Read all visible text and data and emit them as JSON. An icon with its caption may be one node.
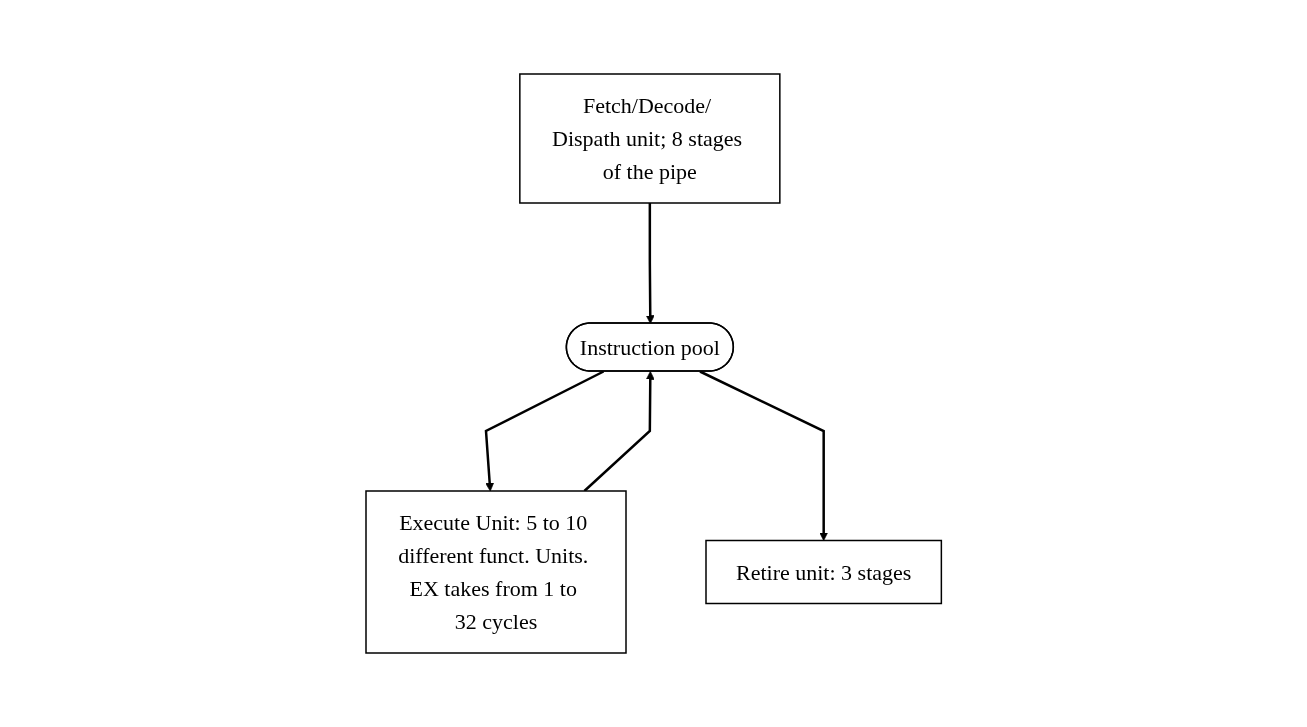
{
  "diagram": {
    "nodes": [
      {
        "text": [
          "Fetch/Decode/ Dispath unit; 8 stages of the pipe"
        ]
      },
      {
        "text": [
          "Execute Unit: 5 to 10 different funct. Units. EX takes from 1 to 32 cycles"
        ]
      },
      {
        "text": [
          "Retire unit: 3 stages"
        ]
      },
      {
        "text": [
          "Instruction pool"
        ]
      }
    ],
    "edges": [
      {
        "from": 0,
        "to": 3,
        "arrow": "to"
      },
      {
        "from": 1,
        "to": 3,
        "arrow": "to"
      },
      {
        "from": 3,
        "to": 1,
        "arrow": "to"
      },
      {
        "from": 3,
        "to": 2,
        "arrow": "to"
      }
    ]
  }
}
